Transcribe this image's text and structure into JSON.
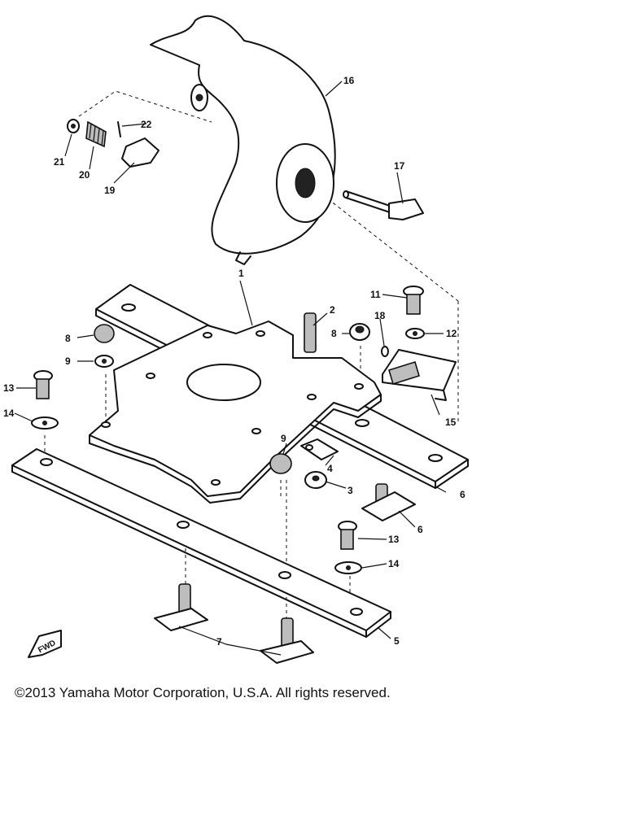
{
  "diagram": {
    "callouts": [
      {
        "id": "c1",
        "label": "1"
      },
      {
        "id": "c2",
        "label": "2"
      },
      {
        "id": "c3",
        "label": "3"
      },
      {
        "id": "c4",
        "label": "4"
      },
      {
        "id": "c5",
        "label": "5"
      },
      {
        "id": "c6a",
        "label": "6"
      },
      {
        "id": "c6b",
        "label": "6"
      },
      {
        "id": "c7",
        "label": "7"
      },
      {
        "id": "c8a",
        "label": "8"
      },
      {
        "id": "c8b",
        "label": "8"
      },
      {
        "id": "c9a",
        "label": "9"
      },
      {
        "id": "c9b",
        "label": "9"
      },
      {
        "id": "c11",
        "label": "11"
      },
      {
        "id": "c12",
        "label": "12"
      },
      {
        "id": "c13a",
        "label": "13"
      },
      {
        "id": "c13b",
        "label": "13"
      },
      {
        "id": "c14a",
        "label": "14"
      },
      {
        "id": "c14b",
        "label": "14"
      },
      {
        "id": "c15",
        "label": "15"
      },
      {
        "id": "c16",
        "label": "16"
      },
      {
        "id": "c17",
        "label": "17"
      },
      {
        "id": "c18",
        "label": "18"
      },
      {
        "id": "c19",
        "label": "19"
      },
      {
        "id": "c20",
        "label": "20"
      },
      {
        "id": "c21",
        "label": "21"
      },
      {
        "id": "c22",
        "label": "22"
      }
    ],
    "fwd_label": "FWD"
  },
  "footer": {
    "copyright": "©2013 Yamaha Motor Corporation, U.S.A. All rights reserved."
  }
}
